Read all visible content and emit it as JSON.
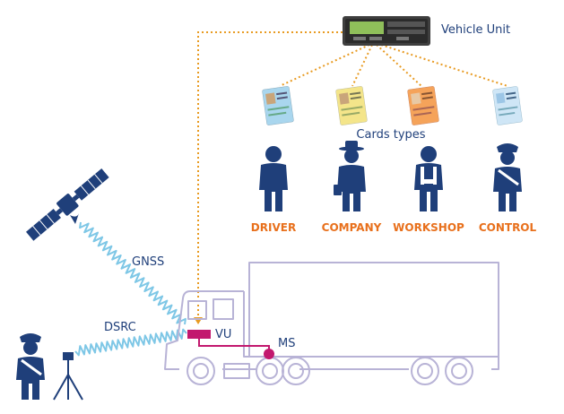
{
  "labels": {
    "vehicle_unit": "Vehicle Unit",
    "cards_types": "Cards types",
    "gnss": "GNSS",
    "dsrc": "DSRC",
    "vu": "VU",
    "ms": "MS"
  },
  "roles": [
    "DRIVER",
    "COMPANY",
    "WORKSHOP",
    "CONTROL"
  ],
  "colors": {
    "navy": "#1f3f7a",
    "orange": "#e8701c",
    "dotted_line": "#e89b22",
    "magenta": "#c2186e",
    "truck_outline": "#b8b3d6",
    "signal_wave": "#7ec7e6",
    "card_driver": "#a9d6ee",
    "card_company": "#f4e58a",
    "card_workshop": "#f5a35a",
    "card_control": "#cfe6f6"
  },
  "icons": [
    "tachograph-icon",
    "satellite-icon",
    "police-officer-icon",
    "dsrc-reader-icon",
    "driver-icon",
    "company-icon",
    "workshop-icon",
    "control-officer-icon",
    "truck-icon"
  ]
}
